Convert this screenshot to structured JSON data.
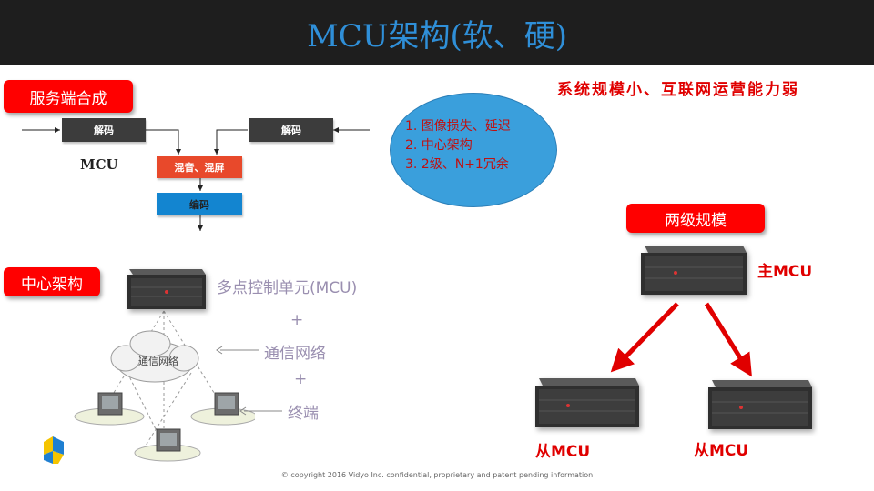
{
  "title": "MCU架构(软、硬)",
  "headline": "系统规模小、互联网运营能力弱",
  "server_side": {
    "tag": "服务端合成",
    "decode_left": "解码",
    "decode_right": "解码",
    "mcu_label": "MCU",
    "mix": "混音、混屏",
    "encode": "编码"
  },
  "issues": [
    "1. 图像损失、延迟",
    "2. 中心架构",
    "3. 2级、N+1冗余"
  ],
  "central": {
    "tag": "中心架构",
    "mcu_text": "多点控制单元(MCU)",
    "plus1": "+",
    "network_text": "通信网络",
    "plus2": "+",
    "terminal_text": "终端",
    "cloud_label": "通信网络"
  },
  "two_level": {
    "tag": "两级规模",
    "master": "主MCU",
    "slave_left": "从MCU",
    "slave_right": "从MCU"
  },
  "footer": "© copyright  2016 Vidyo Inc. confidential, proprietary and patent pending information",
  "colors": {
    "accent_red": "#ff0000",
    "title_blue": "#2f8fd8",
    "ellipse_blue": "#3a9fdc"
  }
}
